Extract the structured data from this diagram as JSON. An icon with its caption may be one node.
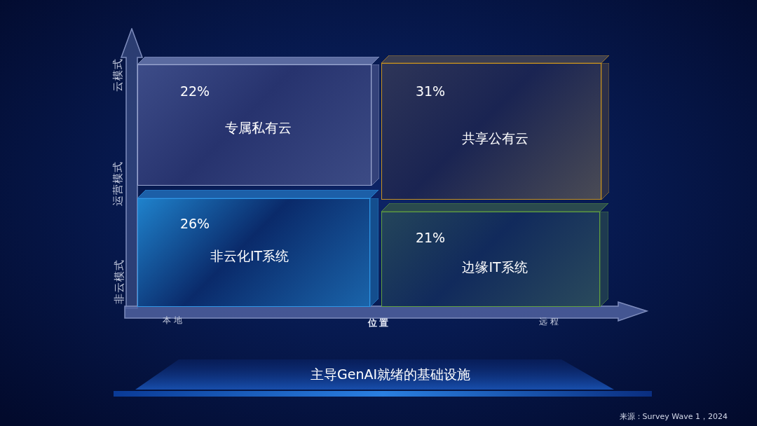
{
  "diagram": {
    "caption": "来源：Survey Wave 1，2024",
    "nodes": [
      {
        "text": [
          "22%",
          "专属私有云"
        ]
      },
      {
        "text": [
          "31%",
          "共享公有云"
        ]
      },
      {
        "text": [
          "26%",
          "非云化IT系统"
        ]
      },
      {
        "text": [
          "21%",
          "边缘IT系统"
        ]
      },
      {
        "text": [
          "主导GenAI就绪的基础设施"
        ]
      }
    ],
    "labels": [
      "云模式",
      "运营模式",
      "非云模式",
      "本地",
      "位置",
      "远程"
    ]
  }
}
